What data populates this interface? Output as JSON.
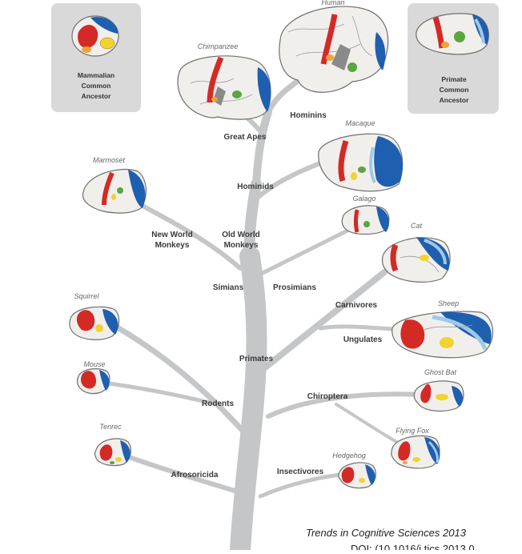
{
  "ancestors": {
    "mammalian": [
      "Mammalian",
      "Common",
      "Ancestor"
    ],
    "primate": [
      "Primate",
      "Common",
      "Ancestor"
    ]
  },
  "species": {
    "human": "Human",
    "chimpanzee": "Chimpanzee",
    "macaque": "Macaque",
    "marmoset": "Marmoset",
    "galago": "Galago",
    "cat": "Cat",
    "sheep": "Sheep",
    "squirrel": "Squirrel",
    "mouse": "Mouse",
    "ghost_bat": "Ghost Bat",
    "flying_fox": "Flying Fox",
    "tenrec": "Tenrec",
    "hedgehog": "Hedgehog"
  },
  "groups": {
    "hominins": "Hominins",
    "great_apes": "Great Apes",
    "hominids": "Hominids",
    "new_world_monkeys": [
      "New World",
      "Monkeys"
    ],
    "old_world_monkeys": [
      "Old World",
      "Monkeys"
    ],
    "simians": "Simians",
    "prosimians": "Prosimians",
    "carnivores": "Carnivores",
    "ungulates": "Ungulates",
    "primates": "Primates",
    "rodents": "Rodents",
    "chiroptera": "Chiroptera",
    "afrosoricida": "Afrosoricida",
    "insectivores": "Insectivores"
  },
  "citation": {
    "journal": "Trends in Cognitive Sciences 2013",
    "doi": "DOI: (10.1016/j.tics.2013.0"
  },
  "colors": {
    "background": "#ffffff",
    "branch": "#c4c6c8",
    "ancestor_box": "#d9d9d9",
    "brain_fill": "#f1efec",
    "motor_red": "#d42a26",
    "visual_blue": "#1f5fb0",
    "visual_light_blue": "#9fc9e8",
    "auditory_yellow": "#f2d22e",
    "somatosensory_green": "#5aa540",
    "orange": "#f0a23a",
    "grey": "#8a8a8a"
  }
}
